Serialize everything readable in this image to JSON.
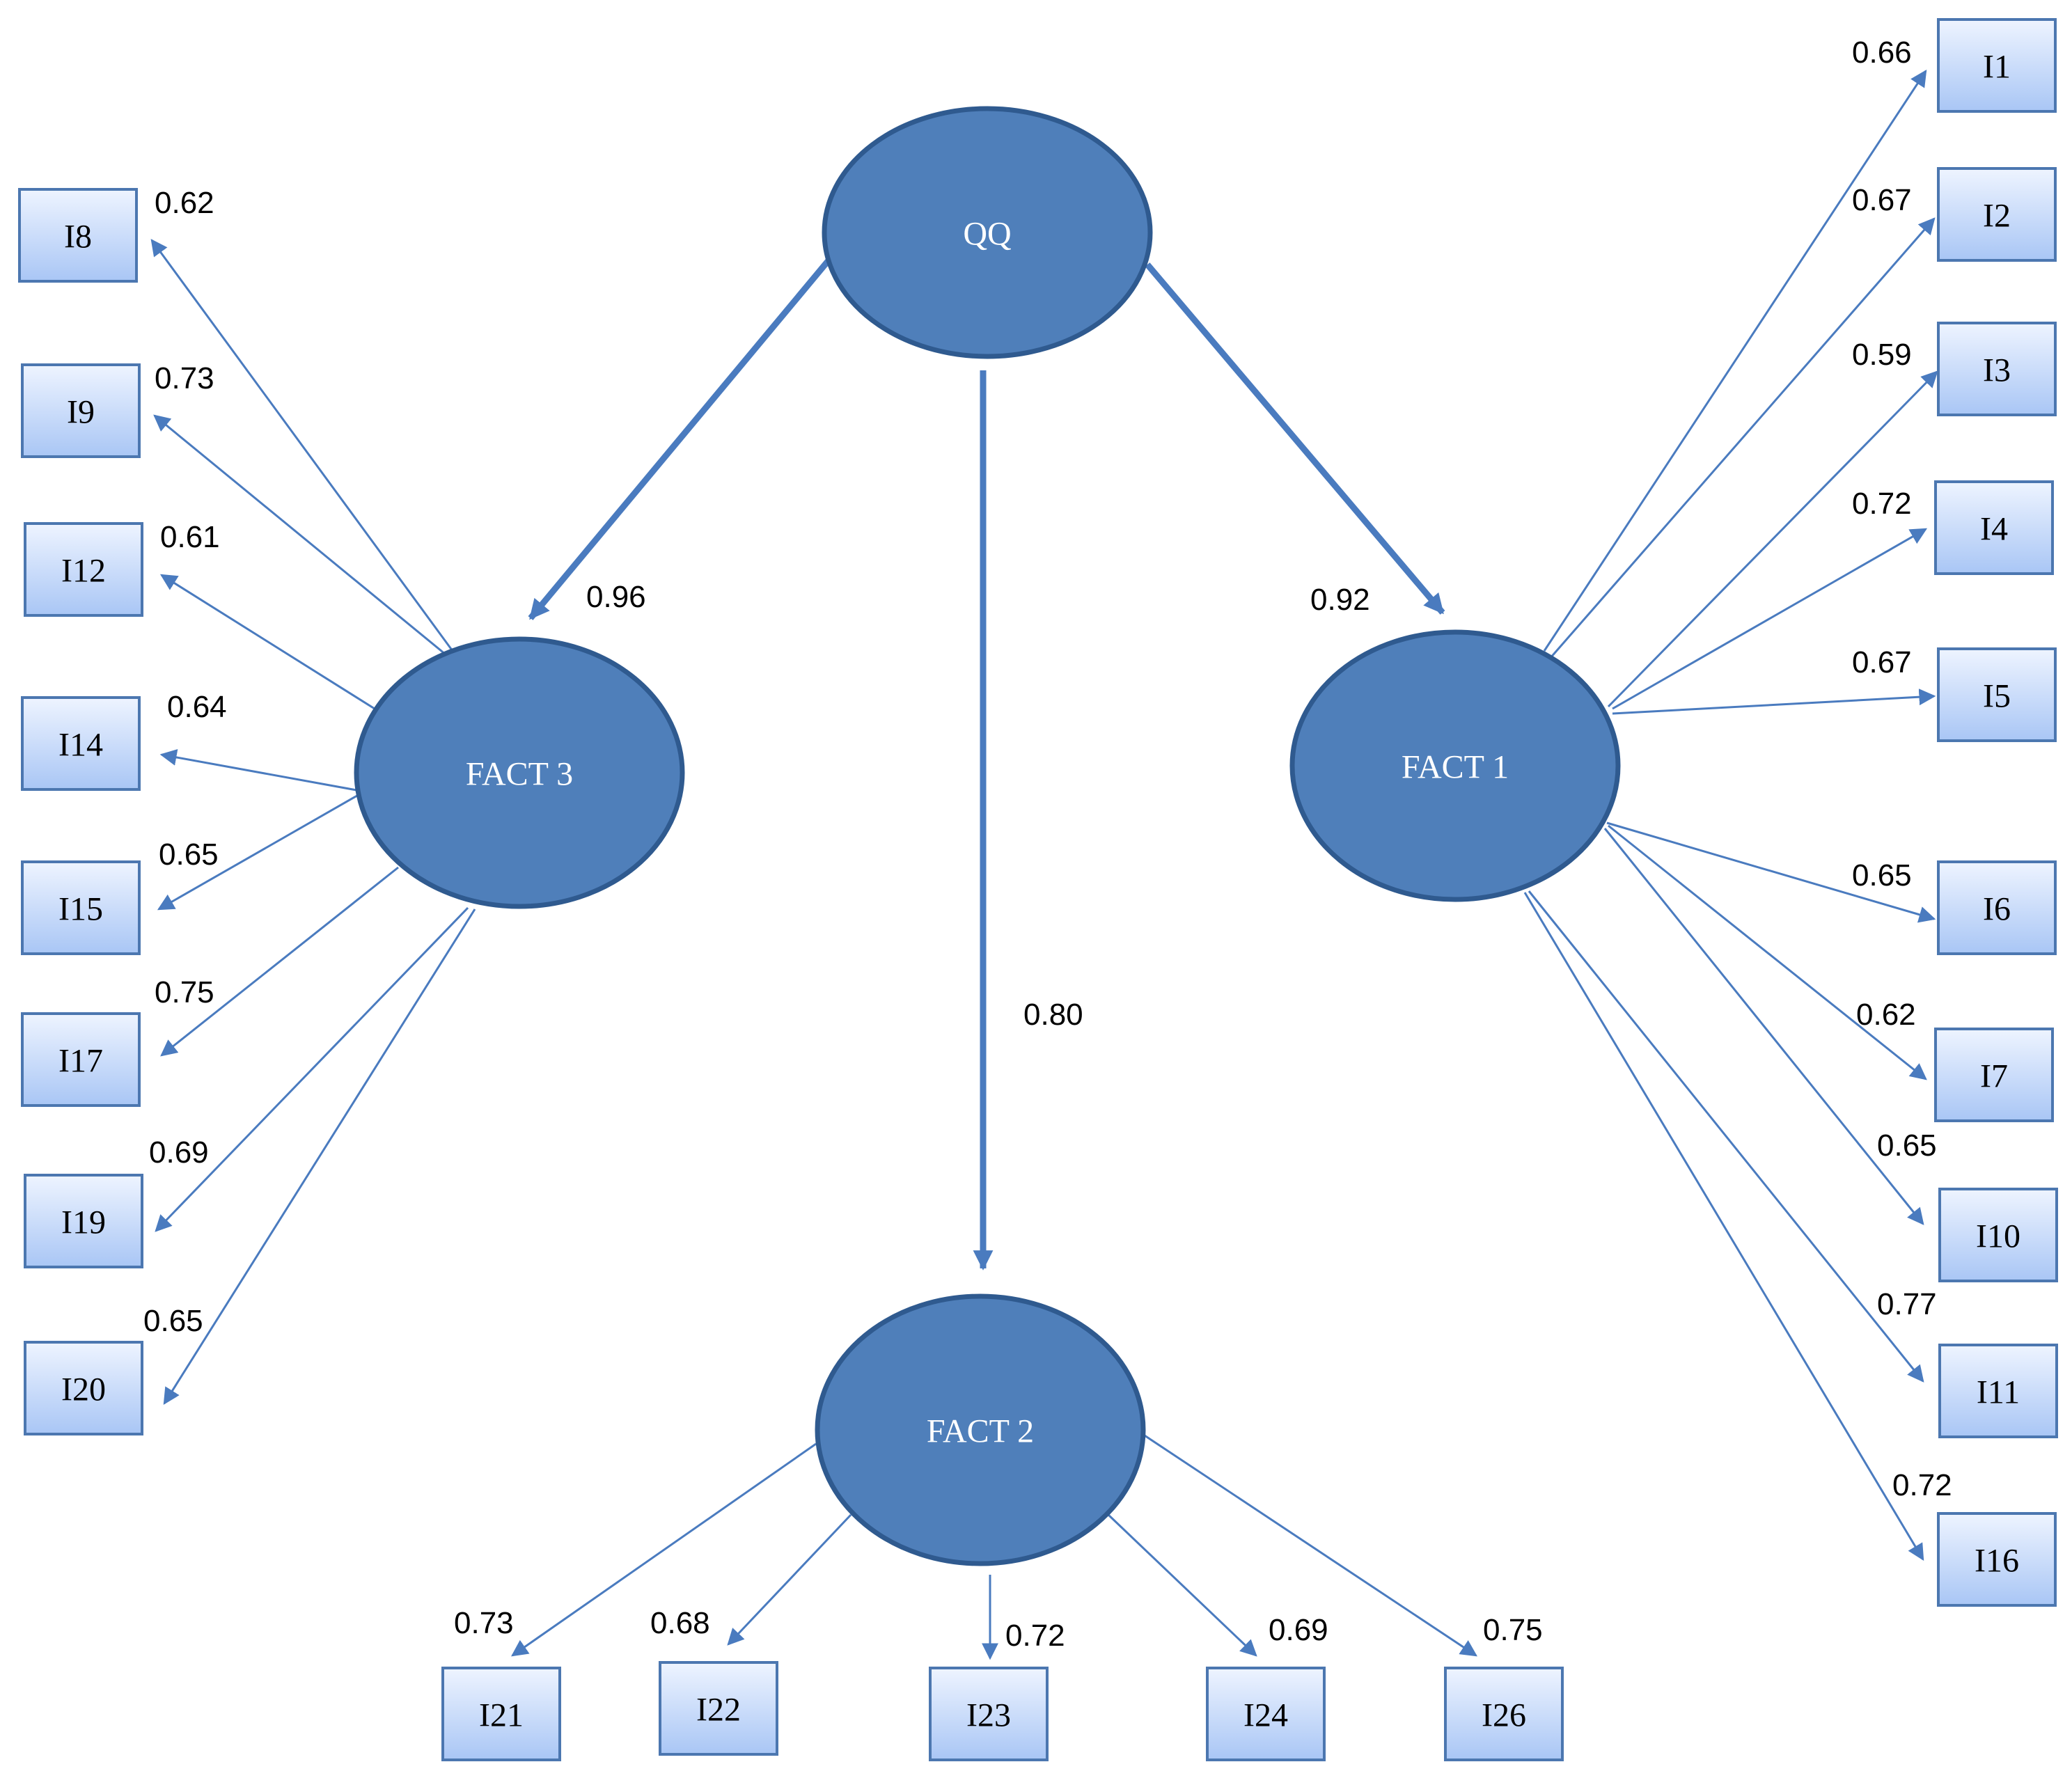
{
  "latents": {
    "qq": "QQ",
    "fact1": "FACT 1",
    "fact2": "FACT 2",
    "fact3": "FACT 3"
  },
  "structural_paths": [
    {
      "from": "QQ",
      "to": "FACT 3",
      "coef": "0.96"
    },
    {
      "from": "QQ",
      "to": "FACT 2",
      "coef": "0.80"
    },
    {
      "from": "QQ",
      "to": "FACT 1",
      "coef": "0.92"
    }
  ],
  "loadings": {
    "fact1": [
      {
        "item": "I1",
        "coef": "0.66"
      },
      {
        "item": "I2",
        "coef": "0.67"
      },
      {
        "item": "I3",
        "coef": "0.59"
      },
      {
        "item": "I4",
        "coef": "0.72"
      },
      {
        "item": "I5",
        "coef": "0.67"
      },
      {
        "item": "I6",
        "coef": "0.65"
      },
      {
        "item": "I7",
        "coef": "0.62"
      },
      {
        "item": "I10",
        "coef": "0.65"
      },
      {
        "item": "I11",
        "coef": "0.77"
      },
      {
        "item": "I16",
        "coef": "0.72"
      }
    ],
    "fact2": [
      {
        "item": "I21",
        "coef": "0.73"
      },
      {
        "item": "I22",
        "coef": "0.68"
      },
      {
        "item": "I23",
        "coef": "0.72"
      },
      {
        "item": "I24",
        "coef": "0.69"
      },
      {
        "item": "I26",
        "coef": "0.75"
      }
    ],
    "fact3": [
      {
        "item": "I8",
        "coef": "0.62"
      },
      {
        "item": "I9",
        "coef": "0.73"
      },
      {
        "item": "I12",
        "coef": "0.61"
      },
      {
        "item": "I14",
        "coef": "0.64"
      },
      {
        "item": "I15",
        "coef": "0.65"
      },
      {
        "item": "I17",
        "coef": "0.75"
      },
      {
        "item": "I19",
        "coef": "0.69"
      },
      {
        "item": "I20",
        "coef": "0.65"
      }
    ]
  },
  "colors": {
    "latent_fill": "#4f7fba",
    "latent_stroke": "#2f5a8f",
    "arrow": "#4a7bbf",
    "box_top": "#eef4ff",
    "box_bottom": "#a9c6f5",
    "box_stroke": "#4c77b0"
  }
}
